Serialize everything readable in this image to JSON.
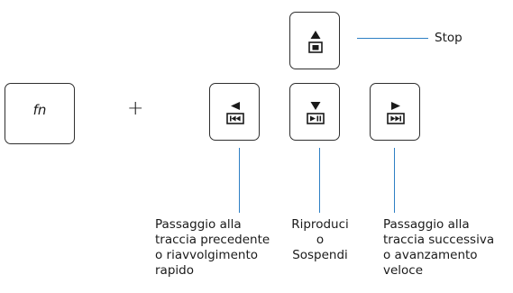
{
  "fn_key": {
    "label": "fn"
  },
  "plus_sign": "+",
  "labels": {
    "stop": "Stop",
    "previous": [
      "Passaggio alla",
      "traccia precedente",
      "o riavvolgimento",
      "rapido"
    ],
    "play_pause": [
      "Riproduci",
      "o",
      "Sospendi"
    ],
    "next": [
      "Passaggio alla",
      "traccia successiva",
      "o avanzamento",
      "veloce"
    ]
  },
  "colors": {
    "callout_line": "#2e7fc4",
    "key_border": "#2f2f2f",
    "glyph": "#1a1a1a"
  },
  "icons": {
    "up_key": [
      "arrow-up-icon",
      "stop-icon"
    ],
    "left_key": [
      "arrow-left-icon",
      "previous-track-icon"
    ],
    "down_key": [
      "arrow-down-icon",
      "play-pause-icon"
    ],
    "right_key": [
      "arrow-right-icon",
      "next-track-icon"
    ]
  }
}
